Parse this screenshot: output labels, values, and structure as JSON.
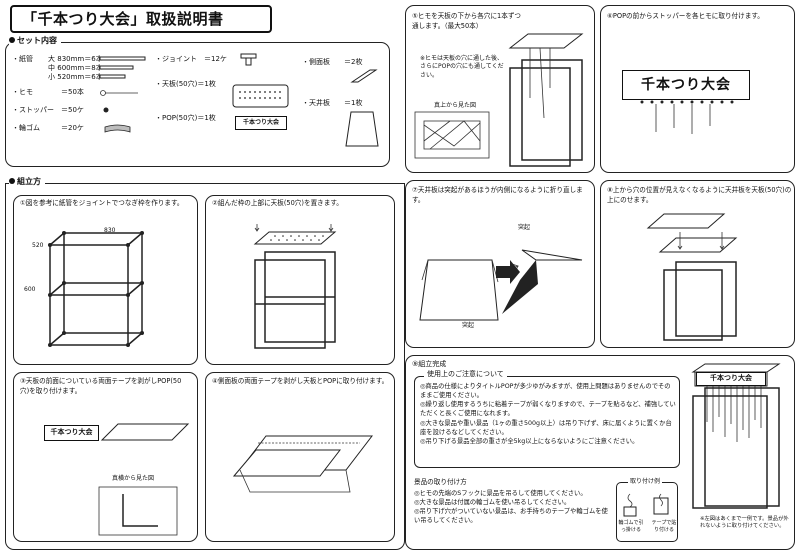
{
  "title": "「千本つり大会」取扱説明書",
  "set": {
    "heading": "セット内容",
    "pipe_label": "・紙管",
    "pipe_rows": [
      {
        "size": "大",
        "text": "830mm＝6本"
      },
      {
        "size": "中",
        "text": "600mm＝8本"
      },
      {
        "size": "小",
        "text": "520mm＝6本"
      }
    ],
    "string": "・ヒモ　　　　＝50本",
    "stopper": "・ストッパー　＝50ケ",
    "rubber": "・輪ゴム　　　＝20ケ",
    "joint": "・ジョイント　＝12ケ",
    "top_board": "・天板(50穴)＝1枚",
    "pop": "・POP(50穴)＝1枚",
    "pop_sign": "千本つり大会",
    "side_board": "・側面板　　＝2枚",
    "ceiling_board": "・天井板　　＝1枚"
  },
  "assembly": {
    "heading": "組立方",
    "step1": {
      "text": "①図を参考に紙管をジョイントでつなぎ枠を作ります。",
      "dim_830": "830",
      "dim_520": "520",
      "dim_600": "600"
    },
    "step2": {
      "text": "②組んだ枠の上部に天板(50穴)を置きます。"
    },
    "step3": {
      "text": "③天板の前面についている両面テープを剥がしPOP(50穴)を取り付けます。",
      "sign": "千本つり大会",
      "view_label": "真横から見た図"
    },
    "step4": {
      "text": "④側面板の両面テープを剥がし天板とPOPに取り付けます。"
    },
    "step5": {
      "text": "⑤ヒモを天板の下から各穴に1本ずつ通します。（最大50本）",
      "note": "※ヒモは天板の穴に通した後、さらにPOPの穴にも通してください。",
      "view_label": "真上から見た図"
    },
    "step6": {
      "text": "⑥POPの前からストッパーを各ヒモに取り付けます。",
      "sign": "千本つり大会"
    },
    "step7": {
      "text": "⑦天井板は突起があるほうが内側になるように折り直します。",
      "label1": "突起",
      "label2": "突起"
    },
    "step8": {
      "text": "⑧上から穴の位置が見えなくなるように天井板を天板(50穴)の上にのせます。"
    },
    "step9": {
      "title": "⑨組立完成",
      "caution_title": "使用上のご注意について",
      "cautions": [
        "◎商品の仕様によりタイトルPOPが多少ゆがみますが、使用上問題はありませんのでそのままご使用ください。",
        "◎繰り返し使用するうちに粘着テープが弱くなりますので、テープを貼るなど、補強していただくと長くご使用になれます。",
        "◎大きな景品や重い景品（1ヶの重さ500g以上）は吊り下げず、床に届くように置くか台座を設けるなどしてください。",
        "◎吊り下げる景品全部の重さが全5kg以上にならないようにご注意ください。"
      ],
      "method_title": "景品の取り付け方",
      "methods": [
        "◎ヒモの先端のSフックに景品を吊るして使用してください。",
        "◎大きな景品は付属の輪ゴムを使い吊るしてください。",
        "◎吊り下げ穴がついていない景品は、お手持ちのテープや輪ゴムを使い吊るしてください。"
      ],
      "example_title": "取り付け例",
      "example_left": "輪ゴムで引っ掛ける",
      "example_right": "テープで貼り付ける",
      "final_sign": "千本つり大会",
      "footnote": "※左図はあくまで一例です。景品が外れないように取り付けてください。"
    }
  }
}
